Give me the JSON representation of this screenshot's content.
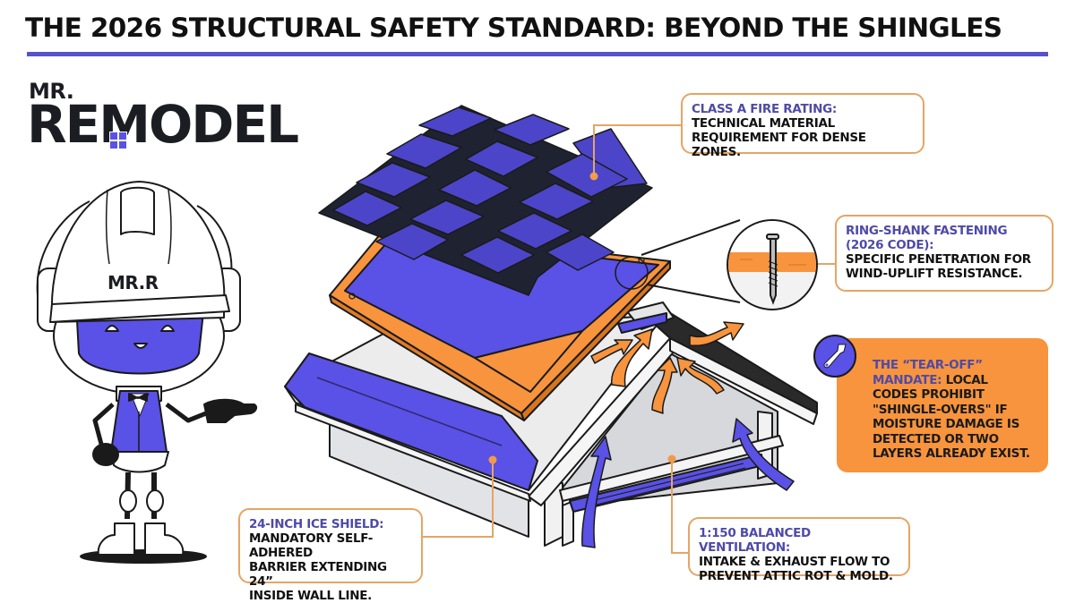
{
  "header": {
    "title": "THE 2026 STRUCTURAL SAFETY STANDARD: BEYOND THE SHINGLES"
  },
  "logo": {
    "prefix": "MR.",
    "wordmark": "REMODEL",
    "accent_color": "#5a51e6"
  },
  "mascot": {
    "helmet_text": "MR.R",
    "pose": "pointing right"
  },
  "callouts": {
    "fire_rating": {
      "heading": "CLASS A FIRE RATING:",
      "body_line1": "TECHNICAL MATERIAL",
      "body_line2": "REQUIREMENT FOR DENSE ZONES."
    },
    "fastening": {
      "heading_line1": "RING-SHANK FASTENING",
      "heading_line2": "(2026 CODE):",
      "body_line1": "SPECIFIC PENETRATION FOR",
      "body_line2": "WIND-UPLIFT RESISTANCE."
    },
    "tear_off": {
      "heading_line1": "THE “TEAR-OFF”",
      "heading_line2": "MANDATE:",
      "body_line2_tail": " LOCAL",
      "body_line3": "CODES PROHIBIT",
      "body_line4": "\"SHINGLE-OVERS\" IF",
      "body_line5": "MOISTURE DAMAGE IS",
      "body_line6": "DETECTED OR TWO",
      "body_line7": "LAYERS ALREADY EXIST.",
      "icon": "scraper-icon"
    },
    "ice_shield": {
      "heading": "24-INCH ICE SHIELD:",
      "body_line1": "MANDATORY SELF-ADHERED",
      "body_line2": "BARRIER EXTENDING 24”",
      "body_line3": "INSIDE WALL LINE."
    },
    "ventilation": {
      "heading": "1:150 BALANCED VENTILATION:",
      "body_line1": "INTAKE & EXHAUST FLOW TO",
      "body_line2": "PREVENT ATTIC ROT & MOLD."
    }
  },
  "colors": {
    "brand_purple": "#5a51e6",
    "heading_purple": "#4e4aa8",
    "accent_orange": "#f7943d",
    "callout_border": "#e5a565",
    "ink": "#1a1a1a"
  }
}
